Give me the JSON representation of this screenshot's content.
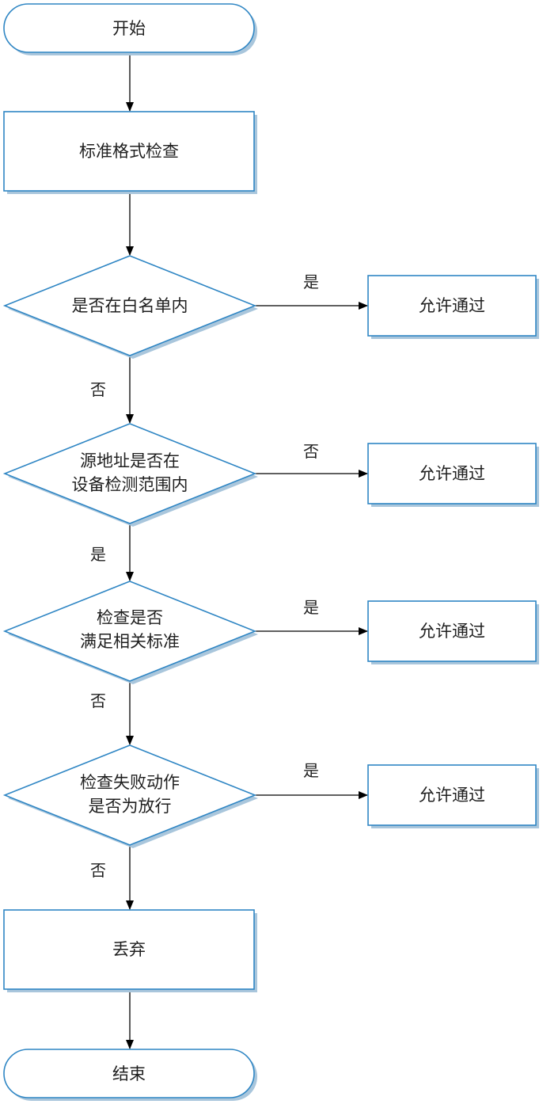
{
  "colors": {
    "node_stroke": "#2f86c4",
    "node_fill": "#ffffff",
    "shadow": "#a9c6dc",
    "connector": "#000000",
    "text": "#1f1f1f"
  },
  "nodes": {
    "start": "开始",
    "format_check": "标准格式检查",
    "whitelist_decision": [
      "是否在白名单内"
    ],
    "range_decision": [
      "源地址是否在",
      "设备检测范围内"
    ],
    "standard_decision": [
      "检查是否",
      "满足相关标准"
    ],
    "action_decision": [
      "检查失败动作",
      "是否为放行"
    ],
    "drop": "丢弃",
    "end": "结束",
    "allow_1": "允许通过",
    "allow_2": "允许通过",
    "allow_3": "允许通过",
    "allow_4": "允许通过"
  },
  "edge_labels": {
    "whitelist_yes": "是",
    "whitelist_no": "否",
    "range_no": "否",
    "range_yes": "是",
    "standard_yes": "是",
    "standard_no": "否",
    "action_yes": "是",
    "action_no": "否"
  }
}
